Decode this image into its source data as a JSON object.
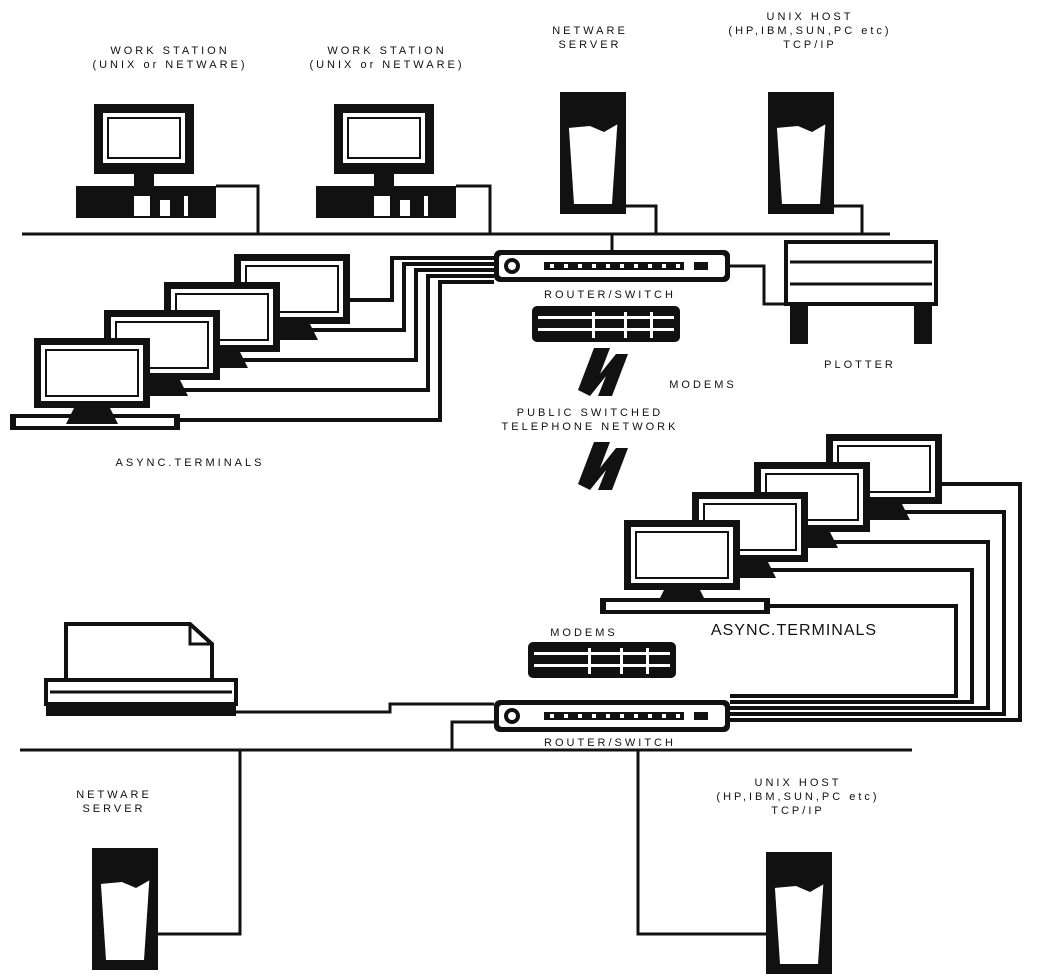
{
  "colors": {
    "ink": "#111111",
    "paper": "#ffffff"
  },
  "labels": {
    "workstation_1": [
      "WORK STATION",
      "(UNIX or NETWARE)"
    ],
    "workstation_2": [
      "WORK STATION",
      "(UNIX or NETWARE)"
    ],
    "netware_server_top": [
      "NETWARE",
      "SERVER"
    ],
    "unix_host_top": [
      "UNIX HOST",
      "(HP,IBM,SUN,PC etc)",
      "TCP/IP"
    ],
    "router_switch_top": "ROUTER/SWITCH",
    "modems_top": "MODEMS",
    "plotter": "PLOTTER",
    "pstn": [
      "PUBLIC SWITCHED",
      "TELEPHONE NETWORK"
    ],
    "async_terminals_top": "ASYNC.TERMINALS",
    "async_terminals_bottom": "ASYNC.TERMINALS",
    "modems_bottom": "MODEMS",
    "router_switch_bottom": "ROUTER/SWITCH",
    "netware_server_bottom": [
      "NETWARE",
      "SERVER"
    ],
    "unix_host_bottom": [
      "UNIX HOST",
      "(HP,IBM,SUN,PC etc)",
      "TCP/IP"
    ]
  },
  "icons": [
    "workstation-icon",
    "server-tower-icon",
    "router-switch-icon",
    "modem-rack-icon",
    "plotter-icon",
    "printer-icon",
    "async-terminal-icon",
    "telephone-link-icon"
  ]
}
